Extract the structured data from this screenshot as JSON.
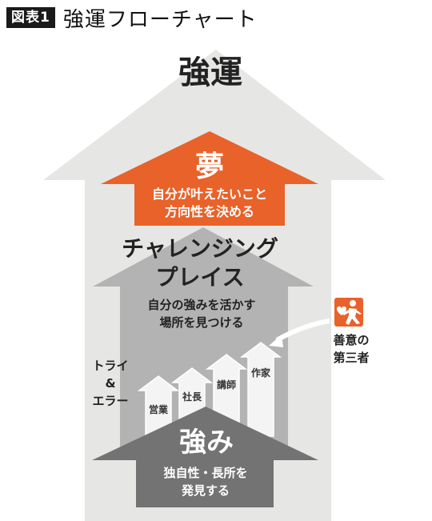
{
  "header": {
    "label": "図表1",
    "title": "強運フローチャート"
  },
  "top": {
    "title": "強運"
  },
  "dream": {
    "title": "夢",
    "line1": "自分が叶えたいこと",
    "line2": "方向性を決める"
  },
  "challenge": {
    "title1": "チャレンジング",
    "title2": "プレイス",
    "line1": "自分の強みを活かす",
    "line2": "場所を見つける"
  },
  "trial": {
    "line1": "トライ",
    "line2": "&",
    "line3": "エラー"
  },
  "small_arrows": [
    "営業",
    "社長",
    "講師",
    "作家"
  ],
  "strength": {
    "title": "強み",
    "line1": "独自性・長所を",
    "line2": "発見する"
  },
  "third_party": {
    "line1": "善意の",
    "line2": "第三者"
  },
  "colors": {
    "big_arrow": "#e6e6e5",
    "dream": "#e8622a",
    "challenge": "#b3b3b3",
    "strength": "#737373",
    "person": "#e8622a"
  }
}
